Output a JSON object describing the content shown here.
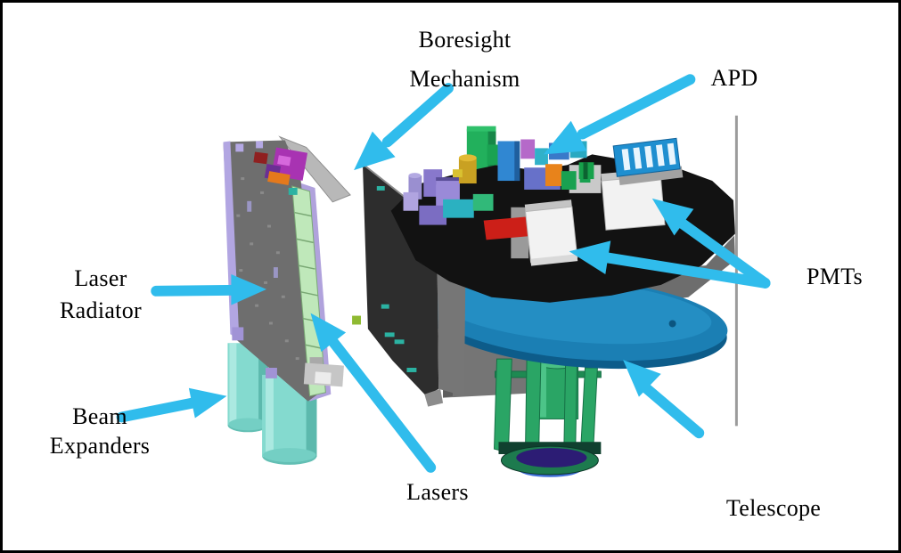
{
  "figure": {
    "labels": {
      "boresight_mechanism": {
        "line1": "Boresight",
        "line2": "Mechanism"
      },
      "apd": "APD",
      "laser_radiator": {
        "line1": "Laser",
        "line2": "Radiator"
      },
      "beam_expanders": {
        "line1": "Beam",
        "line2": "Expanders"
      },
      "lasers": "Lasers",
      "pmts": "PMTs",
      "telescope": "Telescope"
    },
    "colors": {
      "arrow": "#30bcec",
      "label_text": "#000000",
      "border": "#000000",
      "background": "#ffffff",
      "telescope_disc": "#1b7fb4",
      "telescope_cage": "#2aa565",
      "beam_expander_cylinder": "#84dacf",
      "radiator_panel": "#6e6e6e",
      "radiator_strip": "#bfe8ba",
      "bench": "#121212",
      "pmt_box": "#f2f2f2",
      "apd_housing": "#1f8fd0",
      "reference_line": "#9b9b9b"
    }
  }
}
